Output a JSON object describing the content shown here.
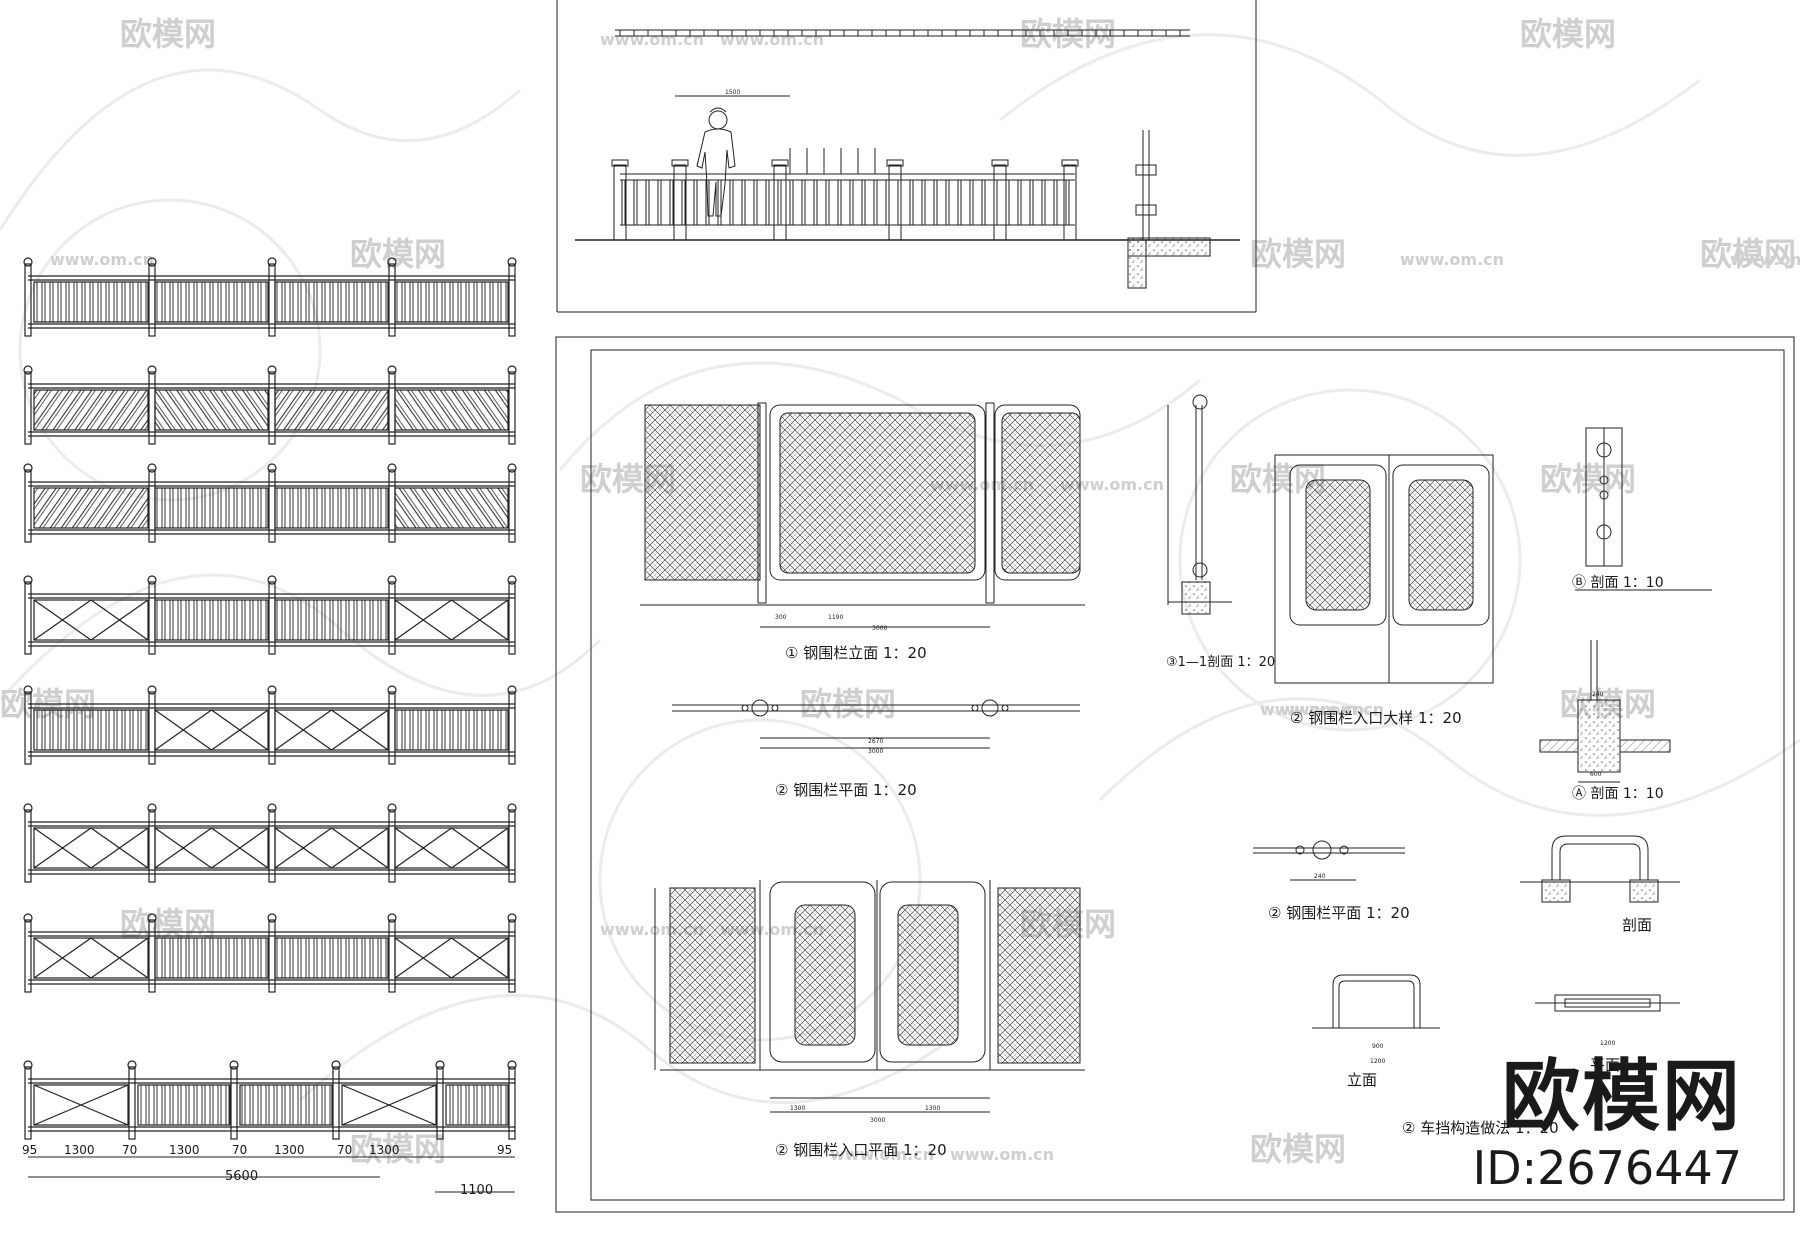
{
  "watermark": {
    "brand": "欧模网",
    "site": "www.om.cn"
  },
  "brand": {
    "name": "欧模网",
    "id": "ID:2676447"
  },
  "left_column": {
    "dimension_labels": [
      "95",
      "1300",
      "70",
      "1300",
      "70",
      "1300",
      "70",
      "1300",
      "95",
      "5600",
      "1100"
    ]
  },
  "top_sheet": {
    "dim_value": "1500"
  },
  "main_sheet": {
    "titles": {
      "elevation": "① 钢围栏立面 1：20",
      "section_1_1": "③1—1剖面 1：20",
      "entry_detail": "② 钢围栏入口大样 1：20",
      "section_b": "Ⓑ 剖面 1：10",
      "section_a": "Ⓐ 剖面 1：10",
      "plan": "② 钢围栏平面 1：20",
      "plan_small": "② 钢围栏平面 1：20",
      "entry_plan": "② 钢围栏入口平面 1：20",
      "bollard_section": "剖面",
      "bollard_elev": "立面",
      "bollard_plan": "平面",
      "bollard_method": "② 车挡构造做法 1：20"
    },
    "dims": {
      "elev_a": "300",
      "elev_b": "1190",
      "elev_c": "3000",
      "plan_a": "2670",
      "plan_b": "3000",
      "entry_a": "1300",
      "entry_b": "1300",
      "entry_c": "3000",
      "sa_a": "240",
      "sa_b": "600",
      "ps_a": "240",
      "be_a": "900",
      "be_b": "1200",
      "bp_a": "1200"
    }
  }
}
